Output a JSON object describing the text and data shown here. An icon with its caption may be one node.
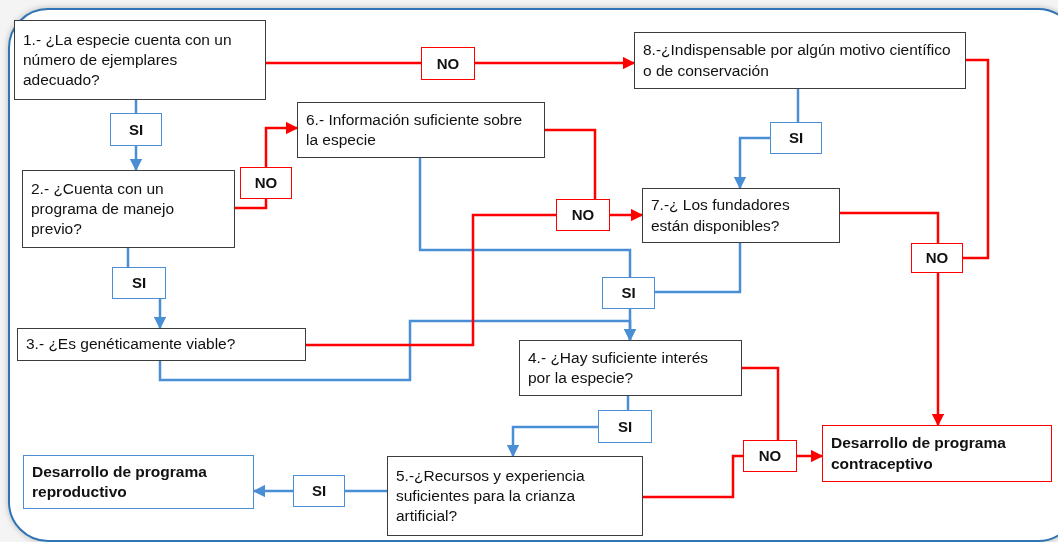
{
  "diagram": {
    "nodes": [
      {
        "text": [
          "1.- ¿La especie cuenta con un número de ejemplares adecuado?"
        ]
      },
      {
        "text": [
          "8.-¿Indispensable por algún motivo científico o de conservación"
        ]
      },
      {
        "text": [
          "NO"
        ]
      },
      {
        "text": [
          "6.- Información suficiente sobre la especie"
        ]
      },
      {
        "text": [
          "SI"
        ]
      },
      {
        "text": [
          "SI"
        ]
      },
      {
        "text": [
          "NO"
        ]
      },
      {
        "text": [
          "2.- ¿Cuenta con un programa de manejo previo?"
        ]
      },
      {
        "text": [
          "7.-¿ Los fundadores están disponibles?"
        ]
      },
      {
        "text": [
          "NO"
        ]
      },
      {
        "text": [
          "NO"
        ]
      },
      {
        "text": [
          "SI"
        ]
      },
      {
        "text": [
          "SI"
        ]
      },
      {
        "text": [
          "3.- ¿Es genéticamente viable?"
        ]
      },
      {
        "text": [
          "4.- ¿Hay suficiente interés por la especie?"
        ]
      },
      {
        "text": [
          "SI"
        ]
      },
      {
        "text": [
          "Desarrollo de programa contraceptivo"
        ]
      },
      {
        "text": [
          "NO"
        ]
      },
      {
        "text": [
          "Desarrollo de programa reproductivo"
        ]
      },
      {
        "text": [
          "5.-¿Recursos y experiencia suficientes para la crianza artificial?"
        ]
      },
      {
        "text": [
          "SI"
        ]
      }
    ],
    "edges": [
      {
        "from": 0,
        "to": 2,
        "arrow": "none",
        "color": "#ff0000"
      },
      {
        "from": 2,
        "to": 1,
        "arrow": "to",
        "color": "#ff0000"
      },
      {
        "from": 0,
        "to": 4,
        "arrow": "none",
        "color": "#4a8fd6"
      },
      {
        "from": 4,
        "to": 7,
        "arrow": "to",
        "color": "#4a8fd6"
      },
      {
        "from": 7,
        "to": 6,
        "arrow": "none",
        "color": "#ff0000"
      },
      {
        "from": 6,
        "to": 3,
        "arrow": "to",
        "color": "#ff0000"
      },
      {
        "from": 7,
        "to": 11,
        "arrow": "none",
        "color": "#4a8fd6"
      },
      {
        "from": 11,
        "to": 13,
        "arrow": "to",
        "color": "#4a8fd6"
      },
      {
        "from": 1,
        "to": 5,
        "arrow": "none",
        "color": "#4a8fd6"
      },
      {
        "from": 5,
        "to": 8,
        "arrow": "to",
        "color": "#4a8fd6"
      },
      {
        "from": 3,
        "to": 12,
        "arrow": "none",
        "color": "#4a8fd6"
      },
      {
        "from": 8,
        "to": 12,
        "arrow": "none",
        "color": "#4a8fd6"
      },
      {
        "from": 13,
        "to": 14,
        "arrow": "to",
        "color": "#4a8fd6"
      },
      {
        "from": 12,
        "to": 14,
        "arrow": "to",
        "color": "#4a8fd6"
      },
      {
        "from": 14,
        "to": 15,
        "arrow": "none",
        "color": "#4a8fd6"
      },
      {
        "from": 15,
        "to": 19,
        "arrow": "to",
        "color": "#4a8fd6"
      },
      {
        "from": 19,
        "to": 20,
        "arrow": "none",
        "color": "#4a8fd6"
      },
      {
        "from": 20,
        "to": 18,
        "arrow": "to",
        "color": "#4a8fd6"
      },
      {
        "from": 13,
        "to": 9,
        "arrow": "none",
        "color": "#ff0000"
      },
      {
        "from": 3,
        "to": 9,
        "arrow": "none",
        "color": "#ff0000"
      },
      {
        "from": 9,
        "to": 8,
        "arrow": "to",
        "color": "#ff0000"
      },
      {
        "from": 8,
        "to": 10,
        "arrow": "none",
        "color": "#ff0000"
      },
      {
        "from": 1,
        "to": 10,
        "arrow": "none",
        "color": "#ff0000"
      },
      {
        "from": 10,
        "to": 16,
        "arrow": "to",
        "color": "#ff0000"
      },
      {
        "from": 14,
        "to": 17,
        "arrow": "none",
        "color": "#ff0000"
      },
      {
        "from": 19,
        "to": 17,
        "arrow": "none",
        "color": "#ff0000"
      },
      {
        "from": 17,
        "to": 16,
        "arrow": "to",
        "color": "#ff0000"
      }
    ]
  }
}
